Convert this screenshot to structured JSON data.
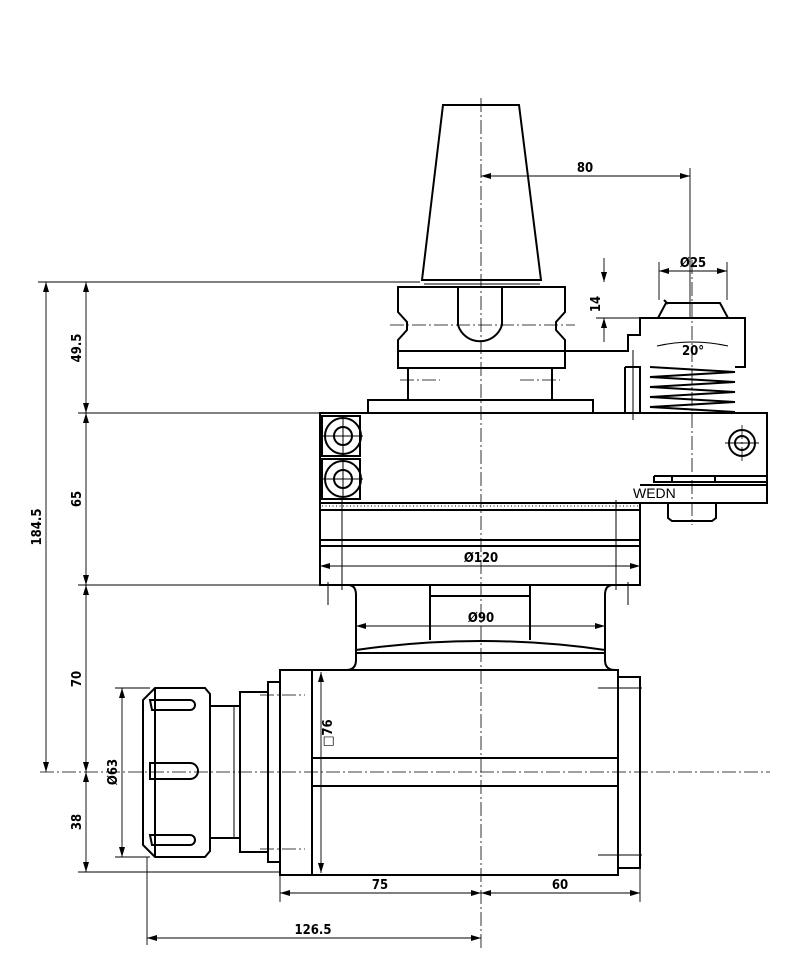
{
  "drawing": {
    "brand_mark": "WEDN",
    "dimensions": {
      "offset_80": "80",
      "plunger_dia": "Ø25",
      "plunger_height": "14",
      "plunger_angle": "20°",
      "top_height": "49.5",
      "block_height": "65",
      "total_height": "184.5",
      "lower_height": "70",
      "spindle_height": "38",
      "collet_dia": "Ø63",
      "housing_square": "□76",
      "ring_dia": "Ø120",
      "neck_dia": "Ø90",
      "left_length": "75",
      "right_length": "60",
      "overall_length": "126.5"
    }
  }
}
